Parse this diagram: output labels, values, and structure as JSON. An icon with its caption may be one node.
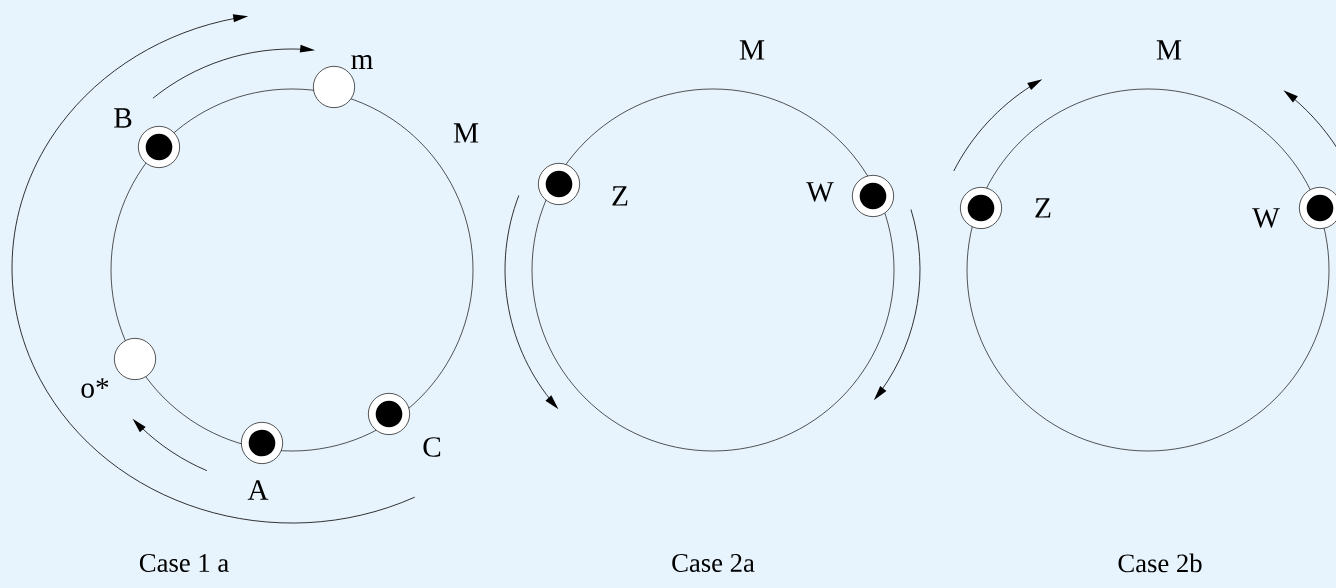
{
  "diagram": {
    "nodes": [
      {
        "text": [
          "M"
        ]
      },
      {
        "text": [
          "M"
        ]
      },
      {
        "text": [
          "M"
        ]
      },
      {
        "text": [
          "B"
        ]
      },
      {
        "text": [
          "m"
        ]
      },
      {
        "text": [
          "o*"
        ],
        "in": 0
      },
      {
        "text": [
          "A"
        ]
      },
      {
        "text": [
          "C"
        ],
        "in": 0
      },
      {
        "text": [
          "Z"
        ],
        "in": 1
      },
      {
        "text": [
          "W"
        ],
        "in": 1
      },
      {
        "text": [
          "Z"
        ],
        "in": 2
      },
      {
        "text": [
          "W"
        ],
        "in": 2
      }
    ],
    "labels": [
      "Case 1 a",
      "Case 2a",
      "Case 2b"
    ]
  }
}
